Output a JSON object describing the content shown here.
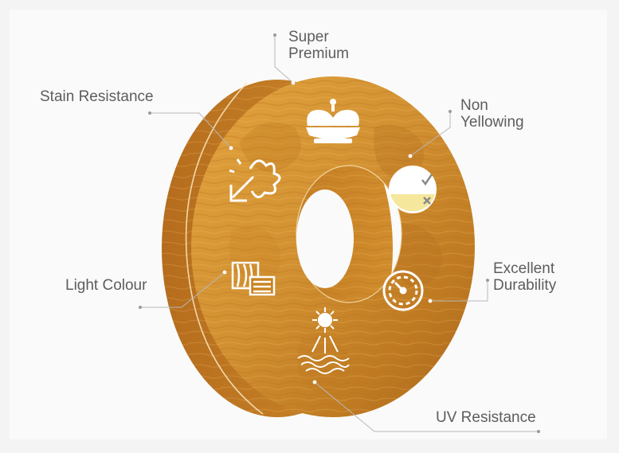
{
  "features": {
    "super_premium": {
      "line1": "Super",
      "line2": "Premium",
      "icon": "crown-icon"
    },
    "stain_resistance": {
      "text": "Stain Resistance",
      "icon": "splash-arrow-icon"
    },
    "non_yellowing": {
      "line1": "Non",
      "line2": "Yellowing",
      "icon": "check-cross-circle-icon"
    },
    "light_colour": {
      "text": "Light Colour",
      "icon": "wood-grain-icon"
    },
    "excellent_durability": {
      "line1": "Excellent",
      "line2": "Durability",
      "icon": "durability-gauge-icon"
    },
    "uv_resistance": {
      "text": "UV Resistance",
      "icon": "sun-water-icon"
    }
  },
  "colors": {
    "wood_light": "#e5a63f",
    "wood_mid": "#c98422",
    "wood_dark": "#a4621a",
    "label_text": "#5d5d5d",
    "leader_line": "#b8b8b8",
    "indicator_fill": "#f5e79b"
  }
}
